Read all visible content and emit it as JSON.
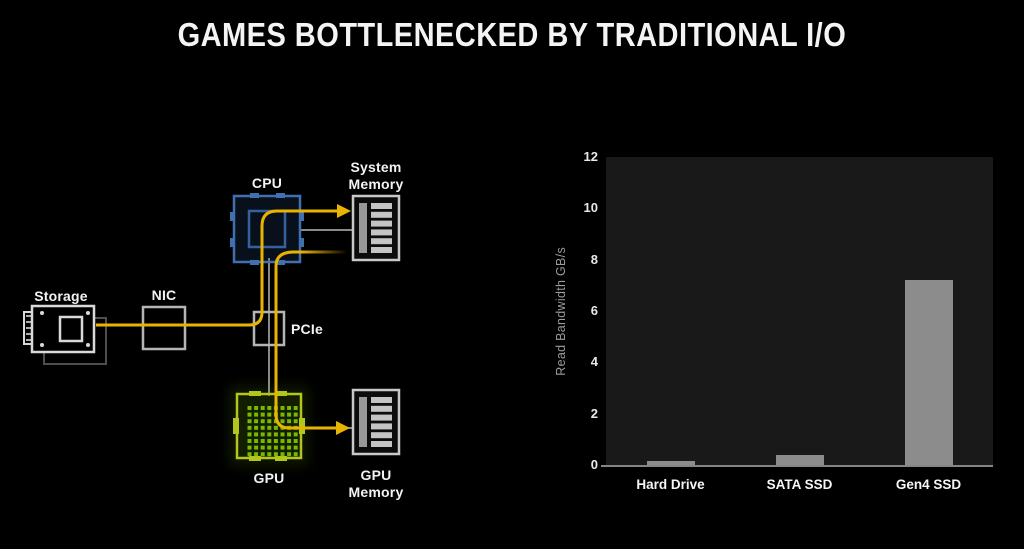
{
  "title": "GAMES BOTTLENECKED BY TRADITIONAL I/O",
  "diagram": {
    "labels": {
      "storage": "Storage",
      "nic": "NIC",
      "cpu": "CPU",
      "pcie": "PCIe",
      "system_memory_line1": "System",
      "system_memory_line2": "Memory",
      "gpu": "GPU",
      "gpu_memory_line1": "GPU",
      "gpu_memory_line2": "Memory"
    },
    "colors": {
      "flow": "#e8b400",
      "connector": "#8a8a8a",
      "cpu_outline": "#4070b0",
      "cpu_inner": "#35619f",
      "gpu_outline": "#b4c619",
      "gpu_core": "#76b900",
      "icon_outline": "#c9c9c9",
      "box_outline": "#b5b5b5"
    }
  },
  "chart_data": {
    "type": "bar",
    "categories": [
      "Hard Drive",
      "SATA SSD",
      "Gen4 SSD"
    ],
    "values": [
      0.15,
      0.4,
      7.2
    ],
    "title": "",
    "xlabel": "",
    "ylabel": "Read Bandwidth GB/s",
    "ylim": [
      0,
      12
    ],
    "yticks": [
      0,
      2,
      4,
      6,
      8,
      10,
      12
    ],
    "grid": false,
    "legend": false,
    "bar_color": "#8c8c8c",
    "plot_bg": "#191919"
  }
}
